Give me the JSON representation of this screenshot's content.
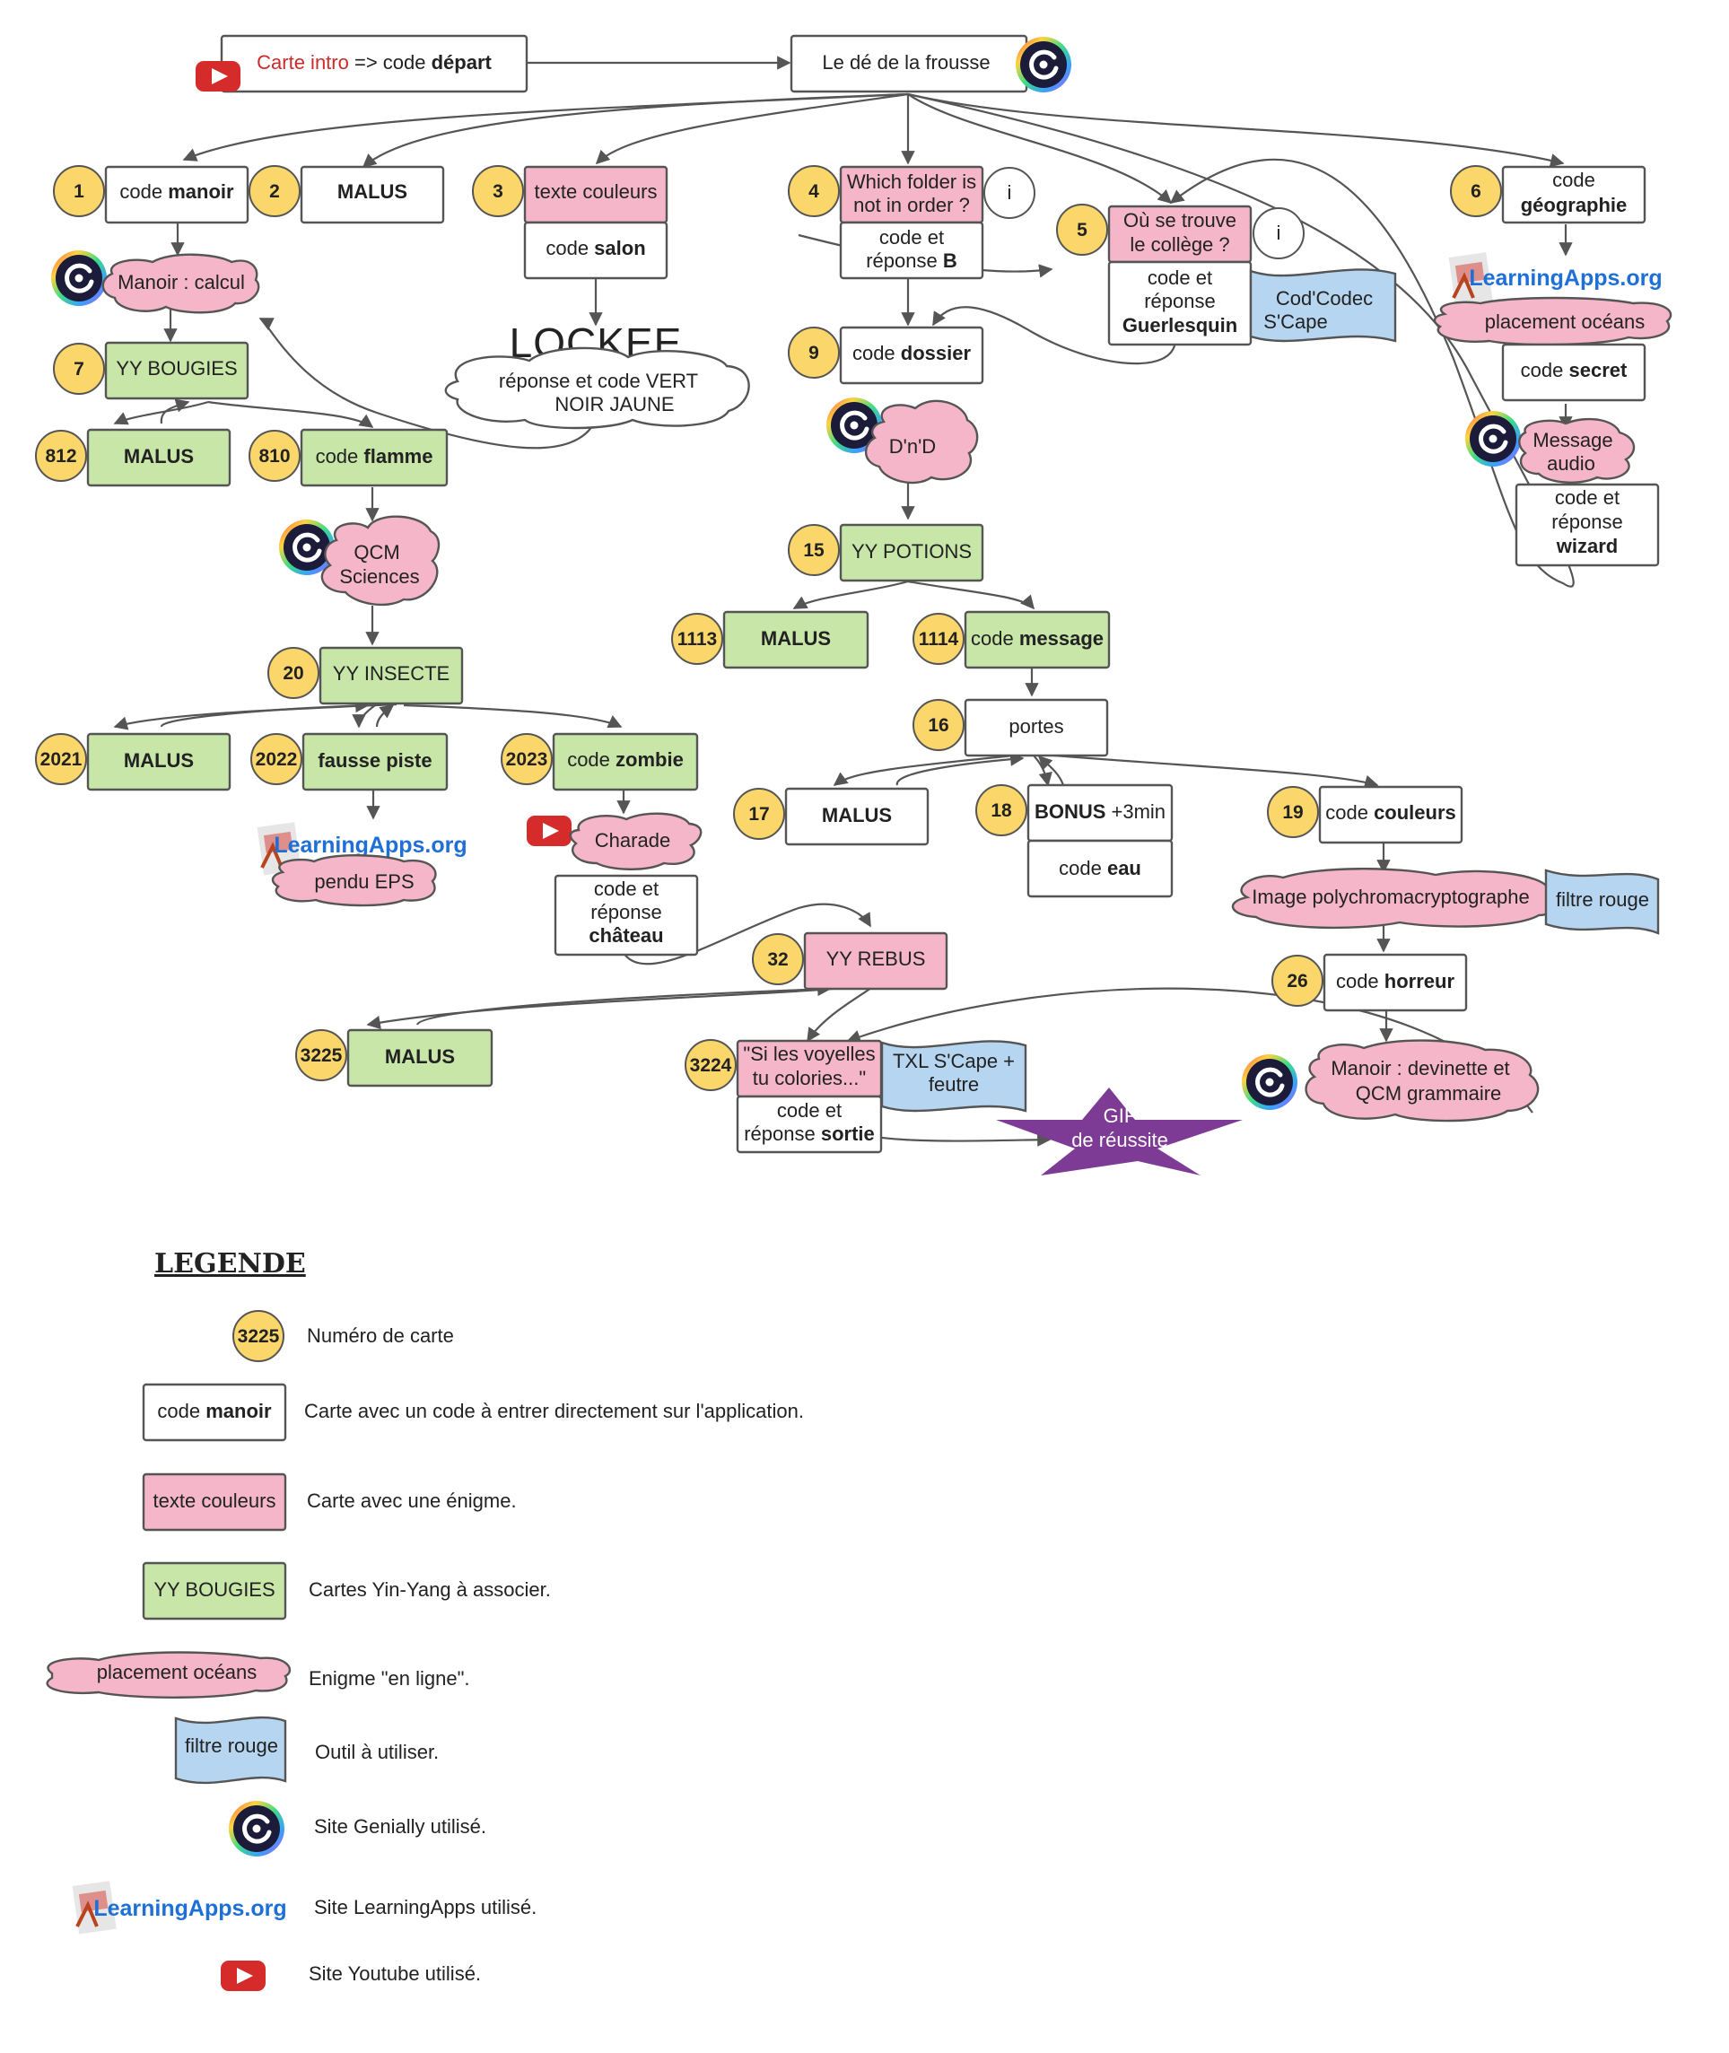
{
  "diagram": {
    "nodes": {
      "intro": {
        "red": "Carte intro",
        "plain": " => code ",
        "bold": "départ"
      },
      "de": {
        "label": "Le dé de la frousse"
      },
      "n1": {
        "num": "1",
        "plain": "code ",
        "bold": "manoir"
      },
      "n2": {
        "num": "2",
        "bold": "MALUS"
      },
      "n3": {
        "num": "3",
        "label": "texte couleurs",
        "sub_plain": "code ",
        "sub_bold": "salon"
      },
      "lockee": {
        "logo": "LOCKEE",
        "line1": "réponse et code VERT",
        "line2": "NOIR JAUNE"
      },
      "manoir_calcul": {
        "label": "Manoir : calcul"
      },
      "n7": {
        "num": "7",
        "label": "YY BOUGIES"
      },
      "n812": {
        "num": "812",
        "bold": "MALUS"
      },
      "n810": {
        "num": "810",
        "plain": "code ",
        "bold": "flamme"
      },
      "qcm_sciences": {
        "line1": "QCM",
        "line2": "Sciences"
      },
      "n20": {
        "num": "20",
        "label": "YY INSECTE"
      },
      "n2021": {
        "num": "2021",
        "bold": "MALUS"
      },
      "n2022": {
        "num": "2022",
        "bold": "fausse piste"
      },
      "n2023": {
        "num": "2023",
        "plain": "code ",
        "bold": "zombie"
      },
      "pendu": {
        "label": "pendu EPS"
      },
      "charade": {
        "label": "Charade",
        "sub1": "code et",
        "sub2": "réponse",
        "sub3": "château"
      },
      "n4": {
        "num": "4",
        "line1": "Which folder is",
        "line2": "not in order ?",
        "info": "i",
        "sub1": "code et",
        "sub2_plain": "réponse ",
        "sub2_bold": "B"
      },
      "n9": {
        "num": "9",
        "plain": "code ",
        "bold": "dossier"
      },
      "dnd": {
        "label": "D'n'D"
      },
      "n15": {
        "num": "15",
        "label": "YY POTIONS"
      },
      "n1113": {
        "num": "1113",
        "bold": "MALUS"
      },
      "n1114": {
        "num": "1114",
        "plain": "code ",
        "bold": "message"
      },
      "n16": {
        "num": "16",
        "label": "portes"
      },
      "n17": {
        "num": "17",
        "bold": "MALUS"
      },
      "n18": {
        "num": "18",
        "bold": "BONUS",
        "plain": " +3min",
        "sub_plain": "code ",
        "sub_bold": "eau"
      },
      "n19": {
        "num": "19",
        "plain": "code ",
        "bold": "couleurs"
      },
      "image_poly": {
        "label": "Image polychromacryptographe"
      },
      "filtre_rouge": {
        "label": "filtre rouge"
      },
      "n26": {
        "num": "26",
        "plain": "code ",
        "bold": "horreur"
      },
      "manoir_devinette": {
        "line1": "Manoir : devinette et",
        "line2": "QCM grammaire"
      },
      "n5": {
        "num": "5",
        "line1": "Où se trouve",
        "line2": "le collège ?",
        "info": "i",
        "sub1": "code et",
        "sub2": "réponse",
        "sub3": "Guerlesquin"
      },
      "codec": {
        "line1": "Cod'Codec",
        "line2": "S'Cape"
      },
      "n6": {
        "num": "6",
        "line1": "code",
        "line2": "géographie"
      },
      "placement": {
        "label": "placement océans"
      },
      "secret": {
        "plain": "code ",
        "bold": "secret"
      },
      "message_audio": {
        "line1": "Message",
        "line2": "audio"
      },
      "wizard": {
        "sub1": "code et",
        "sub2": "réponse",
        "sub3": "wizard"
      },
      "n32": {
        "num": "32",
        "label": "YY REBUS"
      },
      "n3225": {
        "num": "3225",
        "bold": "MALUS"
      },
      "n3224": {
        "num": "3224",
        "line1": "\"Si les voyelles",
        "line2": "tu colories...\"",
        "sub1": "code et",
        "sub2_plain": "réponse ",
        "sub2_bold": "sortie"
      },
      "txl": {
        "line1": "TXL S'Cape +",
        "line2": "feutre"
      },
      "gif": {
        "line1": "GIF",
        "line2": "de réussite"
      }
    },
    "logos": {
      "learningapps": "LearningApps.org",
      "genially": "genially-logo-icon",
      "youtube": "youtube-play-icon"
    },
    "colors": {
      "code_card": "#ffffff",
      "enigma_card": "#f4b6c8",
      "yinyang_card": "#c7e6a8",
      "tool": "#b6d5f0",
      "badge": "#fbd76b",
      "success_star": "#7e3b95"
    }
  },
  "legend": {
    "title": "LEGENDE",
    "items": [
      {
        "sample": "3225",
        "text": "Numéro de carte"
      },
      {
        "sample_plain": "code ",
        "sample_bold": "manoir",
        "text": "Carte avec un code à entrer directement sur l'application."
      },
      {
        "sample": "texte couleurs",
        "text": "Carte avec une énigme."
      },
      {
        "sample": "YY BOUGIES",
        "text": "Cartes Yin-Yang à associer."
      },
      {
        "sample": "placement océans",
        "text": "Enigme \"en ligne\"."
      },
      {
        "sample": "filtre rouge",
        "text": "Outil à utiliser."
      },
      {
        "text": "Site Genially utilisé."
      },
      {
        "sample": "LearningApps.org",
        "text": "Site LearningApps utilisé."
      },
      {
        "text": "Site Youtube utilisé."
      }
    ]
  }
}
